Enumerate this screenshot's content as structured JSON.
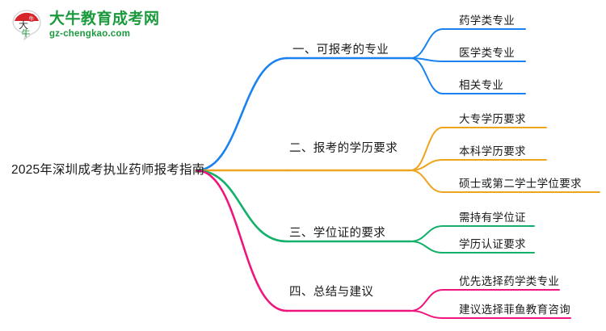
{
  "logo": {
    "name": "daniu-education-logo",
    "title": "大牛教育成考网",
    "subtitle": "gz-chengkao.com",
    "mark_text": "大牛",
    "color": "#1a9a3c",
    "mark_color": "#d6252b"
  },
  "mindmap": {
    "root": {
      "label": "2025年深圳成考执业药师报考指南"
    },
    "branches": [
      {
        "label": "一、可报考的专业",
        "color": "#1a82f0",
        "children": [
          {
            "label": "药学类专业"
          },
          {
            "label": "医学类专业"
          },
          {
            "label": "相关专业"
          }
        ]
      },
      {
        "label": "二、报考的学历要求",
        "color": "#eda41e",
        "children": [
          {
            "label": "大专学历要求"
          },
          {
            "label": "本科学历要求"
          },
          {
            "label": "硕士或第二学士学位要求"
          }
        ]
      },
      {
        "label": "三、学位证的要求",
        "color": "#13b06a",
        "children": [
          {
            "label": "需持有学位证"
          },
          {
            "label": "学历认证要求"
          }
        ]
      },
      {
        "label": "四、总结与建议",
        "color": "#f0157d",
        "children": [
          {
            "label": "优先选择药学类专业"
          },
          {
            "label": "建议选择菲鱼教育咨询"
          }
        ]
      }
    ]
  }
}
